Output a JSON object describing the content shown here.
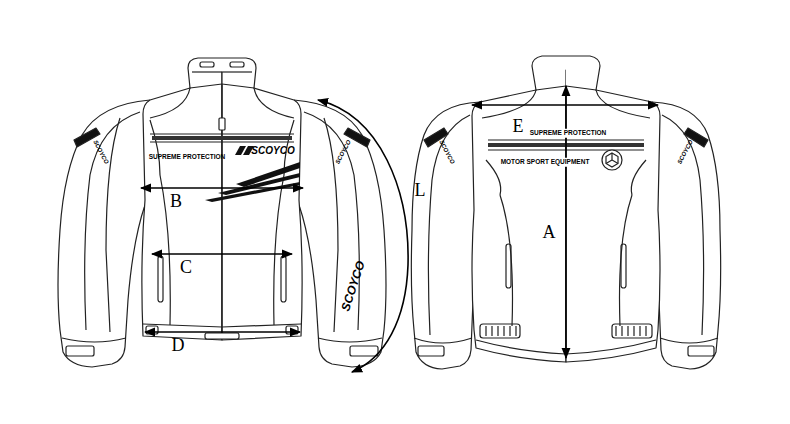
{
  "diagram": {
    "labels": [
      "SUPREME PROTECTION",
      "SCOYCO",
      "B",
      "C",
      "D",
      "SCOYCO",
      "SCOYCO",
      "SCOYCO",
      "L",
      "E",
      "SUPREME PROTECTION",
      "MOTOR SPORT EQUIPMENT",
      "A",
      "SCOYCO",
      "SCOYCO"
    ]
  }
}
